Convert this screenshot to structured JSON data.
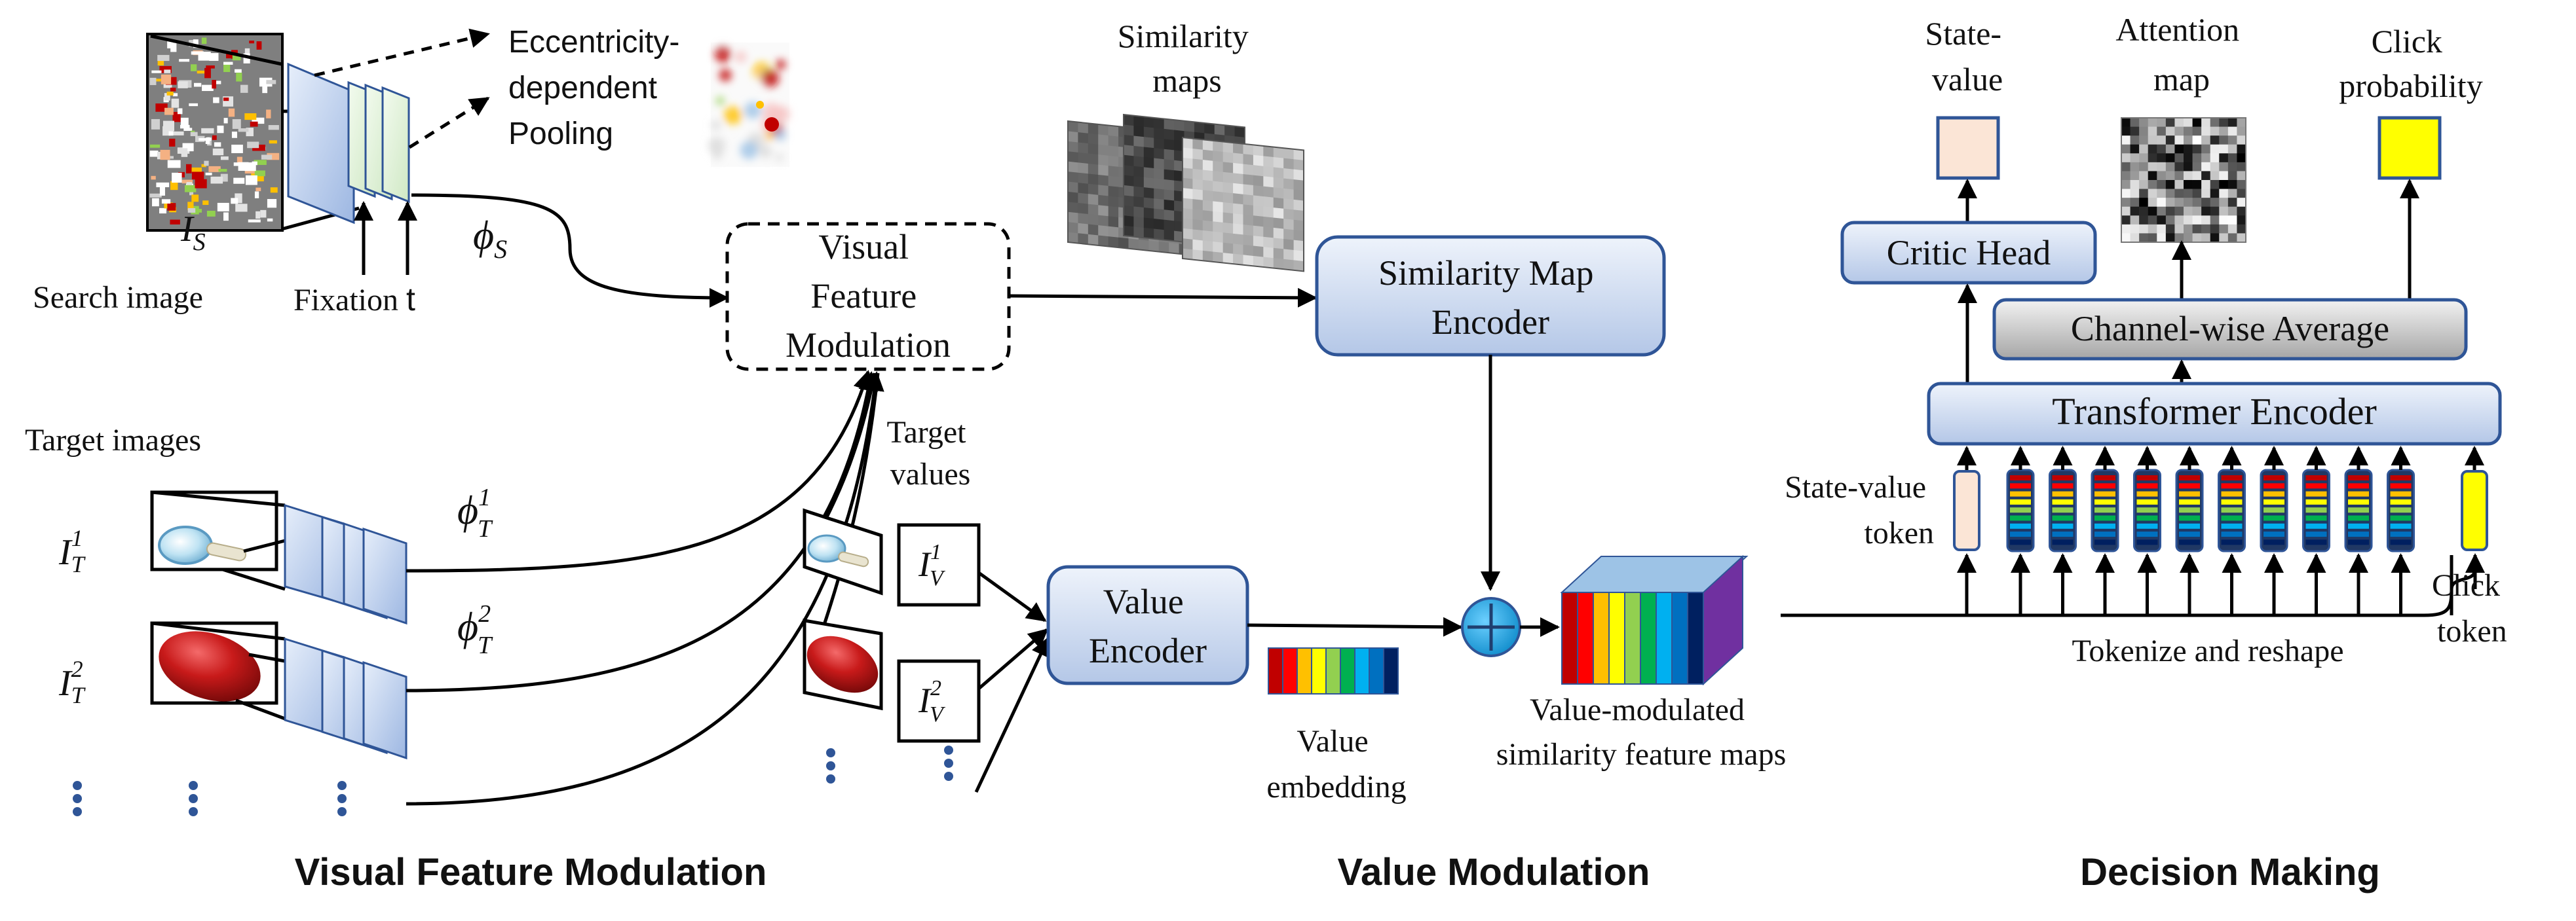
{
  "sections": {
    "visual_feature_modulation": "Visual Feature Modulation",
    "value_modulation": "Value Modulation",
    "decision_making": "Decision Making"
  },
  "left": {
    "search_image_symbol": "I",
    "search_image_sub": "S",
    "search_image_label": "Search image",
    "fixation_label": "Fixation",
    "fixation_t": "t",
    "phi_s_symbol": "ϕ",
    "phi_s_sub": "S",
    "pooling_line1": "Eccentricity-",
    "pooling_line2": "dependent",
    "pooling_line3": "Pooling",
    "target_images_label": "Target images",
    "target1_symbol": "I",
    "target1_sup": "1",
    "target1_sub": "T",
    "target2_symbol": "I",
    "target2_sup": "2",
    "target2_sub": "T",
    "phi_t1_symbol": "ϕ",
    "phi_t1_sup": "1",
    "phi_t1_sub": "T",
    "phi_t2_symbol": "ϕ",
    "phi_t2_sup": "2",
    "phi_t2_sub": "T",
    "vfm_line1": "Visual",
    "vfm_line2": "Feature",
    "vfm_line3": "Modulation"
  },
  "middle": {
    "similarity_maps_line1": "Similarity",
    "similarity_maps_line2": "maps",
    "similarity_encoder_line1": "Similarity Map",
    "similarity_encoder_line2": "Encoder",
    "target_values_line1": "Target",
    "target_values_line2": "values",
    "value1_symbol": "I",
    "value1_sup": "1",
    "value1_sub": "V",
    "value2_symbol": "I",
    "value2_sup": "2",
    "value2_sub": "V",
    "value_encoder_line1": "Value",
    "value_encoder_line2": "Encoder",
    "value_embedding_line1": "Value",
    "value_embedding_line2": "embedding",
    "modulated_line1": "Value-modulated",
    "modulated_line2": "similarity feature maps",
    "plus_symbol": "+"
  },
  "right": {
    "state_value_line1": "State-",
    "state_value_line2": "value",
    "attention_line1": "Attention",
    "attention_line2": "map",
    "click_prob_line1": "Click",
    "click_prob_line2": "probability",
    "critic_head": "Critic Head",
    "channel_avg": "Channel-wise Average",
    "transformer": "Transformer Encoder",
    "state_value_token_line1": "State-value",
    "state_value_token_line2": "token",
    "click_token_line1": "Click",
    "click_token_line2": "token",
    "tokenize": "Tokenize and reshape"
  },
  "colors": {
    "box_blue_top": "#eef3fb",
    "box_blue_bottom": "#b4c7e7",
    "box_border": "#2f5597",
    "plus_fill": "#1ea0e0",
    "state_value_fill": "#fbe5d6",
    "click_fill": "#ffff00",
    "rainbow": [
      "#c00000",
      "#ff0000",
      "#ffc000",
      "#ffff00",
      "#92d050",
      "#00b050",
      "#00b0f0",
      "#0070c0",
      "#002060"
    ]
  }
}
